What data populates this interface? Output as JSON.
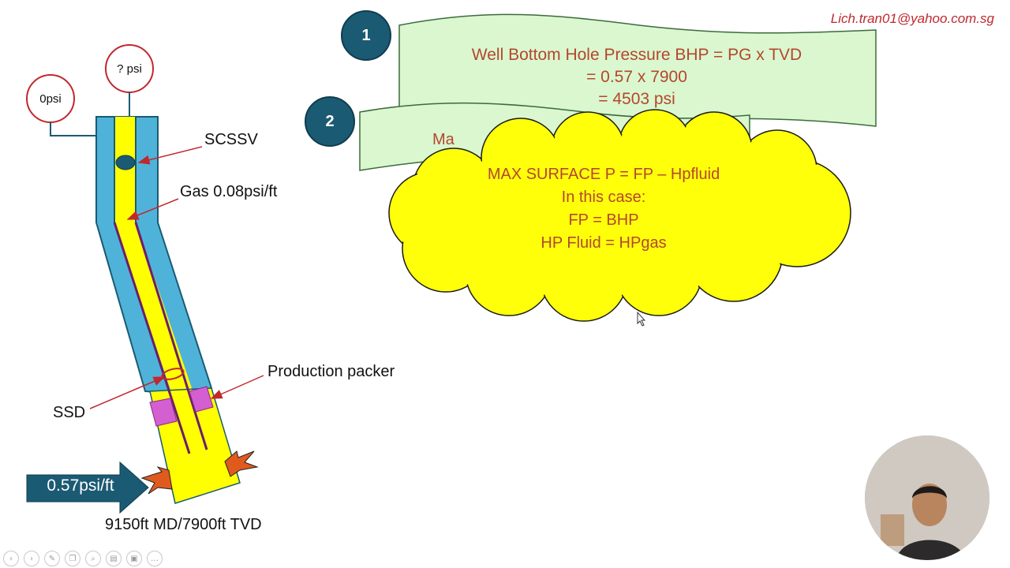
{
  "header": {
    "email": "Lich.tran01@yahoo.com.sg"
  },
  "steps": [
    {
      "number": "1",
      "lines": [
        "Well Bottom Hole Pressure BHP = PG x TVD",
        "=  0.57 x 7900",
        "= 4503 psi"
      ]
    },
    {
      "number": "2",
      "visible_text": "Ma"
    }
  ],
  "cloud": {
    "lines": [
      "MAX SURFACE P = FP – Hpfluid",
      "In this case:",
      "FP = BHP",
      "HP Fluid = HPgas"
    ]
  },
  "well": {
    "gauges": {
      "annulus": "0psi",
      "tubing": "? psi"
    },
    "labels": {
      "scssv": "SCSSV",
      "gas": "Gas 0.08psi/ft",
      "packer": "Production packer",
      "ssd": "SSD",
      "depth": "9150ft MD/7900ft TVD"
    },
    "gradient": "0.57psi/ft"
  },
  "colors": {
    "casing": "#4fb3d9",
    "tubing": "#ffff00",
    "packer": "#d35fd0",
    "badge": "#1b5a73",
    "banner": "#daf7cf",
    "cloud": "#ffff0a",
    "text_accent": "#b4472d",
    "arrow": "#c0282e"
  },
  "toolbar": {
    "icons": [
      "prev-icon",
      "next-icon",
      "pen-icon",
      "copy-icon",
      "zoom-icon",
      "subtitles-icon",
      "camera-icon",
      "more-icon"
    ]
  }
}
